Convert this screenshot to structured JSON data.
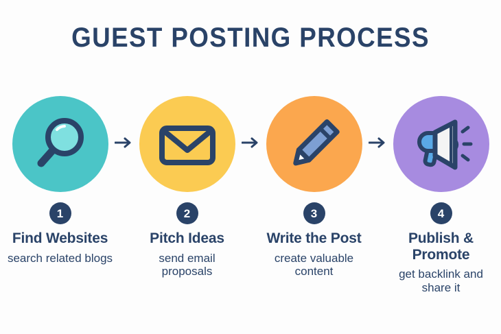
{
  "page": {
    "title": "GUEST POSTING PROCESS",
    "background_color": "#fdfdfd",
    "navy": "#2a4368"
  },
  "steps": [
    {
      "number": "1",
      "title": "Find Websites",
      "description": "search related blogs",
      "icon": "magnifier-icon",
      "circle_color": "#4bc5c7",
      "accent_color": "#7fe0e0"
    },
    {
      "number": "2",
      "title": "Pitch Ideas",
      "description": "send email proposals",
      "icon": "envelope-icon",
      "circle_color": "#fbcb52",
      "accent_color": "#fbcb52"
    },
    {
      "number": "3",
      "title": "Write the Post",
      "description": "create valuable content",
      "icon": "pencil-icon",
      "circle_color": "#fba74e",
      "accent_color": "#7d9fd3"
    },
    {
      "number": "4",
      "title": "Publish & Promote",
      "description": "get backlink and share it",
      "icon": "megaphone-icon",
      "circle_color": "#a78be0",
      "accent_color": "#5aa9e6"
    }
  ],
  "arrows": [
    {
      "name": "arrow-1-to-2",
      "glyph": "arrow-right-icon"
    },
    {
      "name": "arrow-2-to-3",
      "glyph": "arrow-right-icon"
    },
    {
      "name": "arrow-3-to-4",
      "glyph": "arrow-right-icon"
    }
  ]
}
